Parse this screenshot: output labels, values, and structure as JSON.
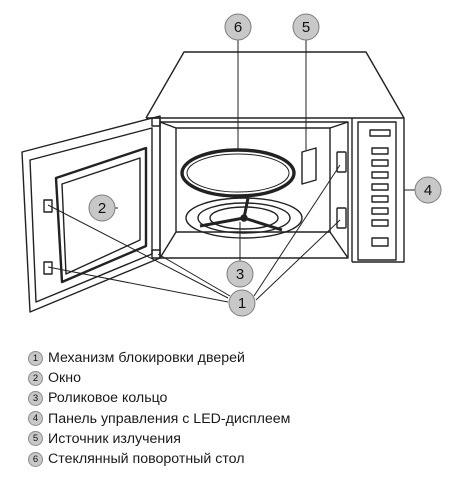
{
  "callouts": {
    "mechanism": "1",
    "window": "2",
    "roller_ring": "3",
    "control_panel": "4",
    "source": "5",
    "glass_table": "6"
  },
  "legend": [
    {
      "num": "1",
      "label": "Механизм блокировки дверей"
    },
    {
      "num": "2",
      "label": "Окно"
    },
    {
      "num": "3",
      "label": "Роликовое кольцо"
    },
    {
      "num": "4",
      "label": "Панель управления с LED-дисплеем"
    },
    {
      "num": "5",
      "label": "Источник излучения"
    },
    {
      "num": "6",
      "label": "Стеклянный поворотный стол"
    }
  ],
  "colors": {
    "callout_fill": "#c8c8c8",
    "line": "#222222"
  }
}
